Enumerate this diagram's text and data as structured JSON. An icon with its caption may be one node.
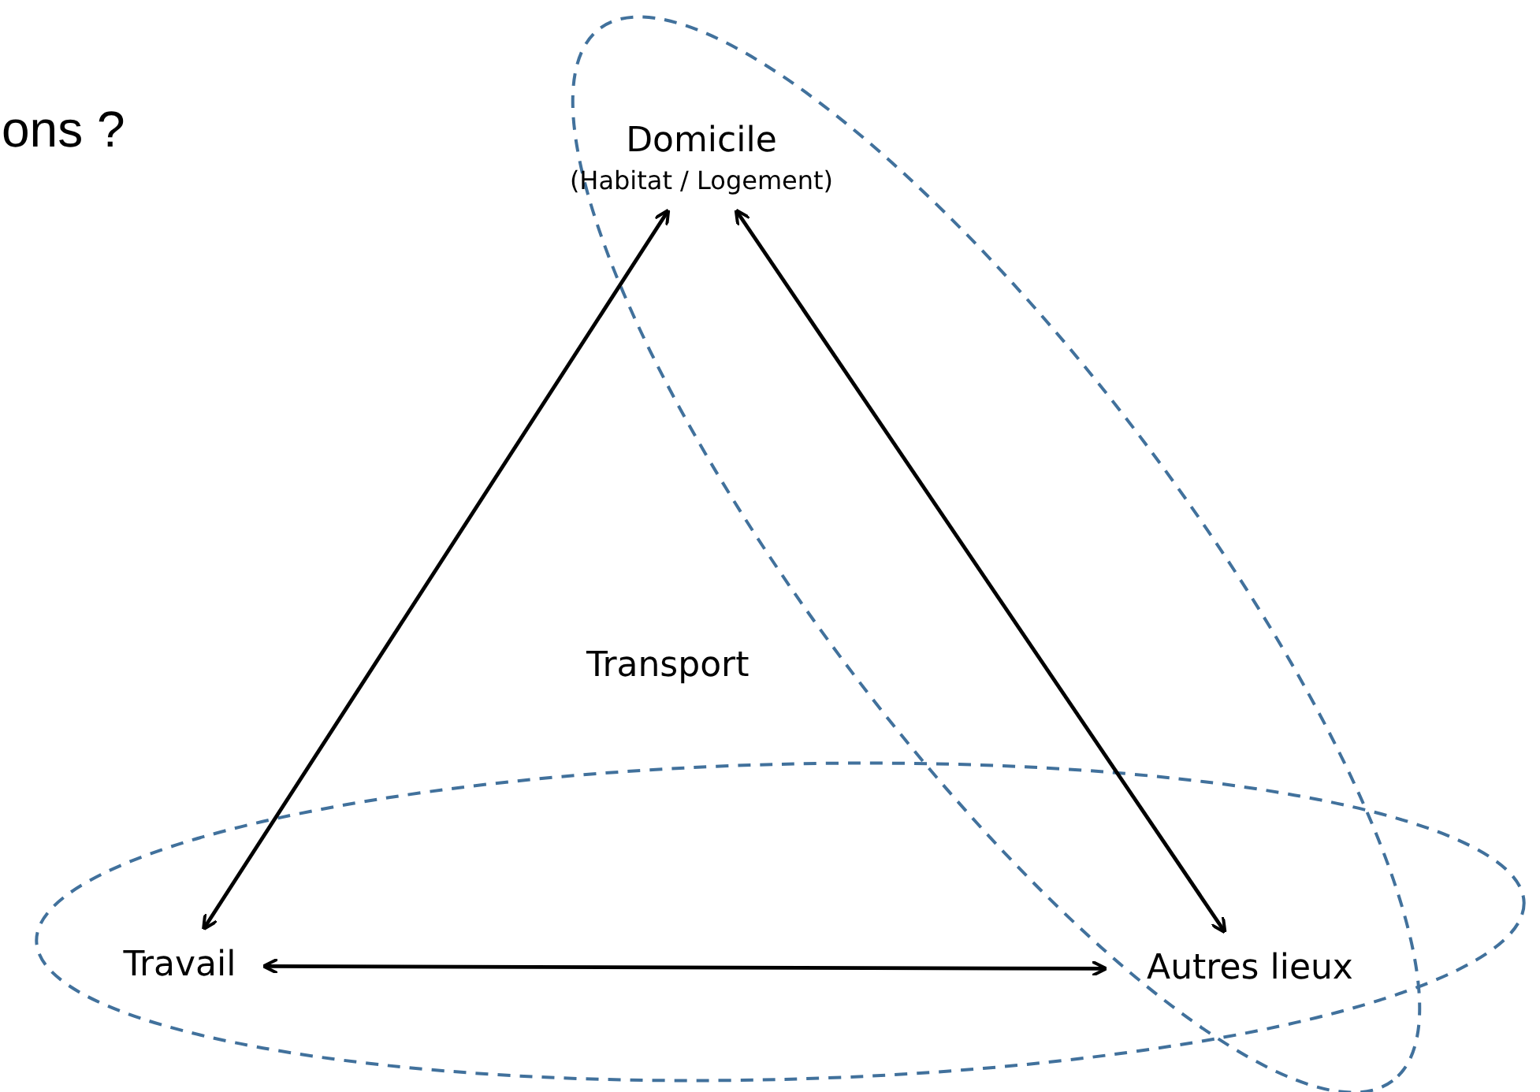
{
  "diagram": {
    "nodes": [
      {
        "text": [
          "Domicile",
          "(Habitat / Logement)"
        ]
      },
      {
        "text": [
          "Travail"
        ]
      },
      {
        "text": [
          "Autres lieux"
        ]
      }
    ],
    "edges": [
      {
        "from": 0,
        "to": 1,
        "arrow": "both"
      },
      {
        "from": 0,
        "to": 2,
        "arrow": "both"
      },
      {
        "from": 1,
        "to": 2,
        "arrow": "both"
      }
    ],
    "labels": [
      "ons ?",
      "Transport"
    ]
  }
}
